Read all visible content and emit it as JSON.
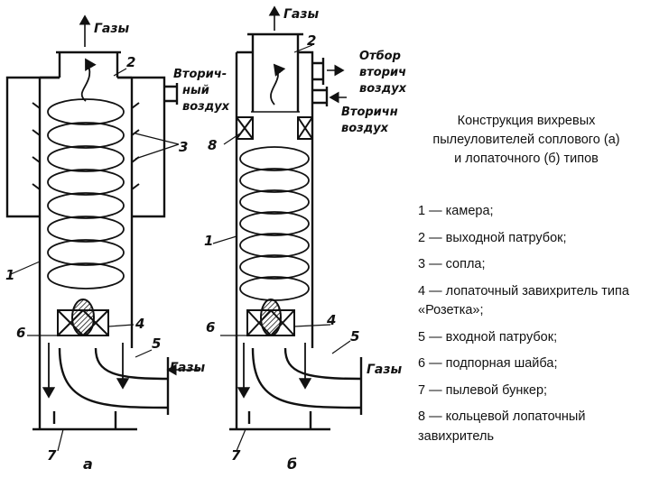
{
  "caption": {
    "line1": "Конструкция вихревых",
    "line2": "пылеуловителей соплового (а)",
    "line3": "и лопаточного (б) типов"
  },
  "legend": [
    "1 — камера;",
    "2 — выходной патрубок;",
    "3 — сопла;",
    "4 — лопаточный завихритель типа «Розетка»;",
    "5 — входной патрубок;",
    "6 — подпорная шайба;",
    "7 — пылевой бункер;",
    "8 — кольцевой лопаточный завихритель"
  ],
  "diagram_a": {
    "gases_top": "Газы",
    "gases_inlet": "Газы",
    "secondary_air_1": "Вторич-",
    "secondary_air_2": "ный",
    "secondary_air_3": "воздух",
    "n1": "1",
    "n2": "2",
    "n3": "3",
    "n4": "4",
    "n5": "5",
    "n6": "6",
    "n7": "7",
    "letter": "а"
  },
  "diagram_b": {
    "gases_top": "Газы",
    "gases_inlet": "Газы",
    "takeoff_1": "Отбор",
    "takeoff_2": "вторич",
    "takeoff_3": "воздух",
    "secondary_1": "Вторичн",
    "secondary_2": "воздух",
    "n1": "1",
    "n2": "2",
    "n4": "4",
    "n5": "5",
    "n6": "6",
    "n7": "7",
    "n8": "8",
    "letter": "б"
  }
}
